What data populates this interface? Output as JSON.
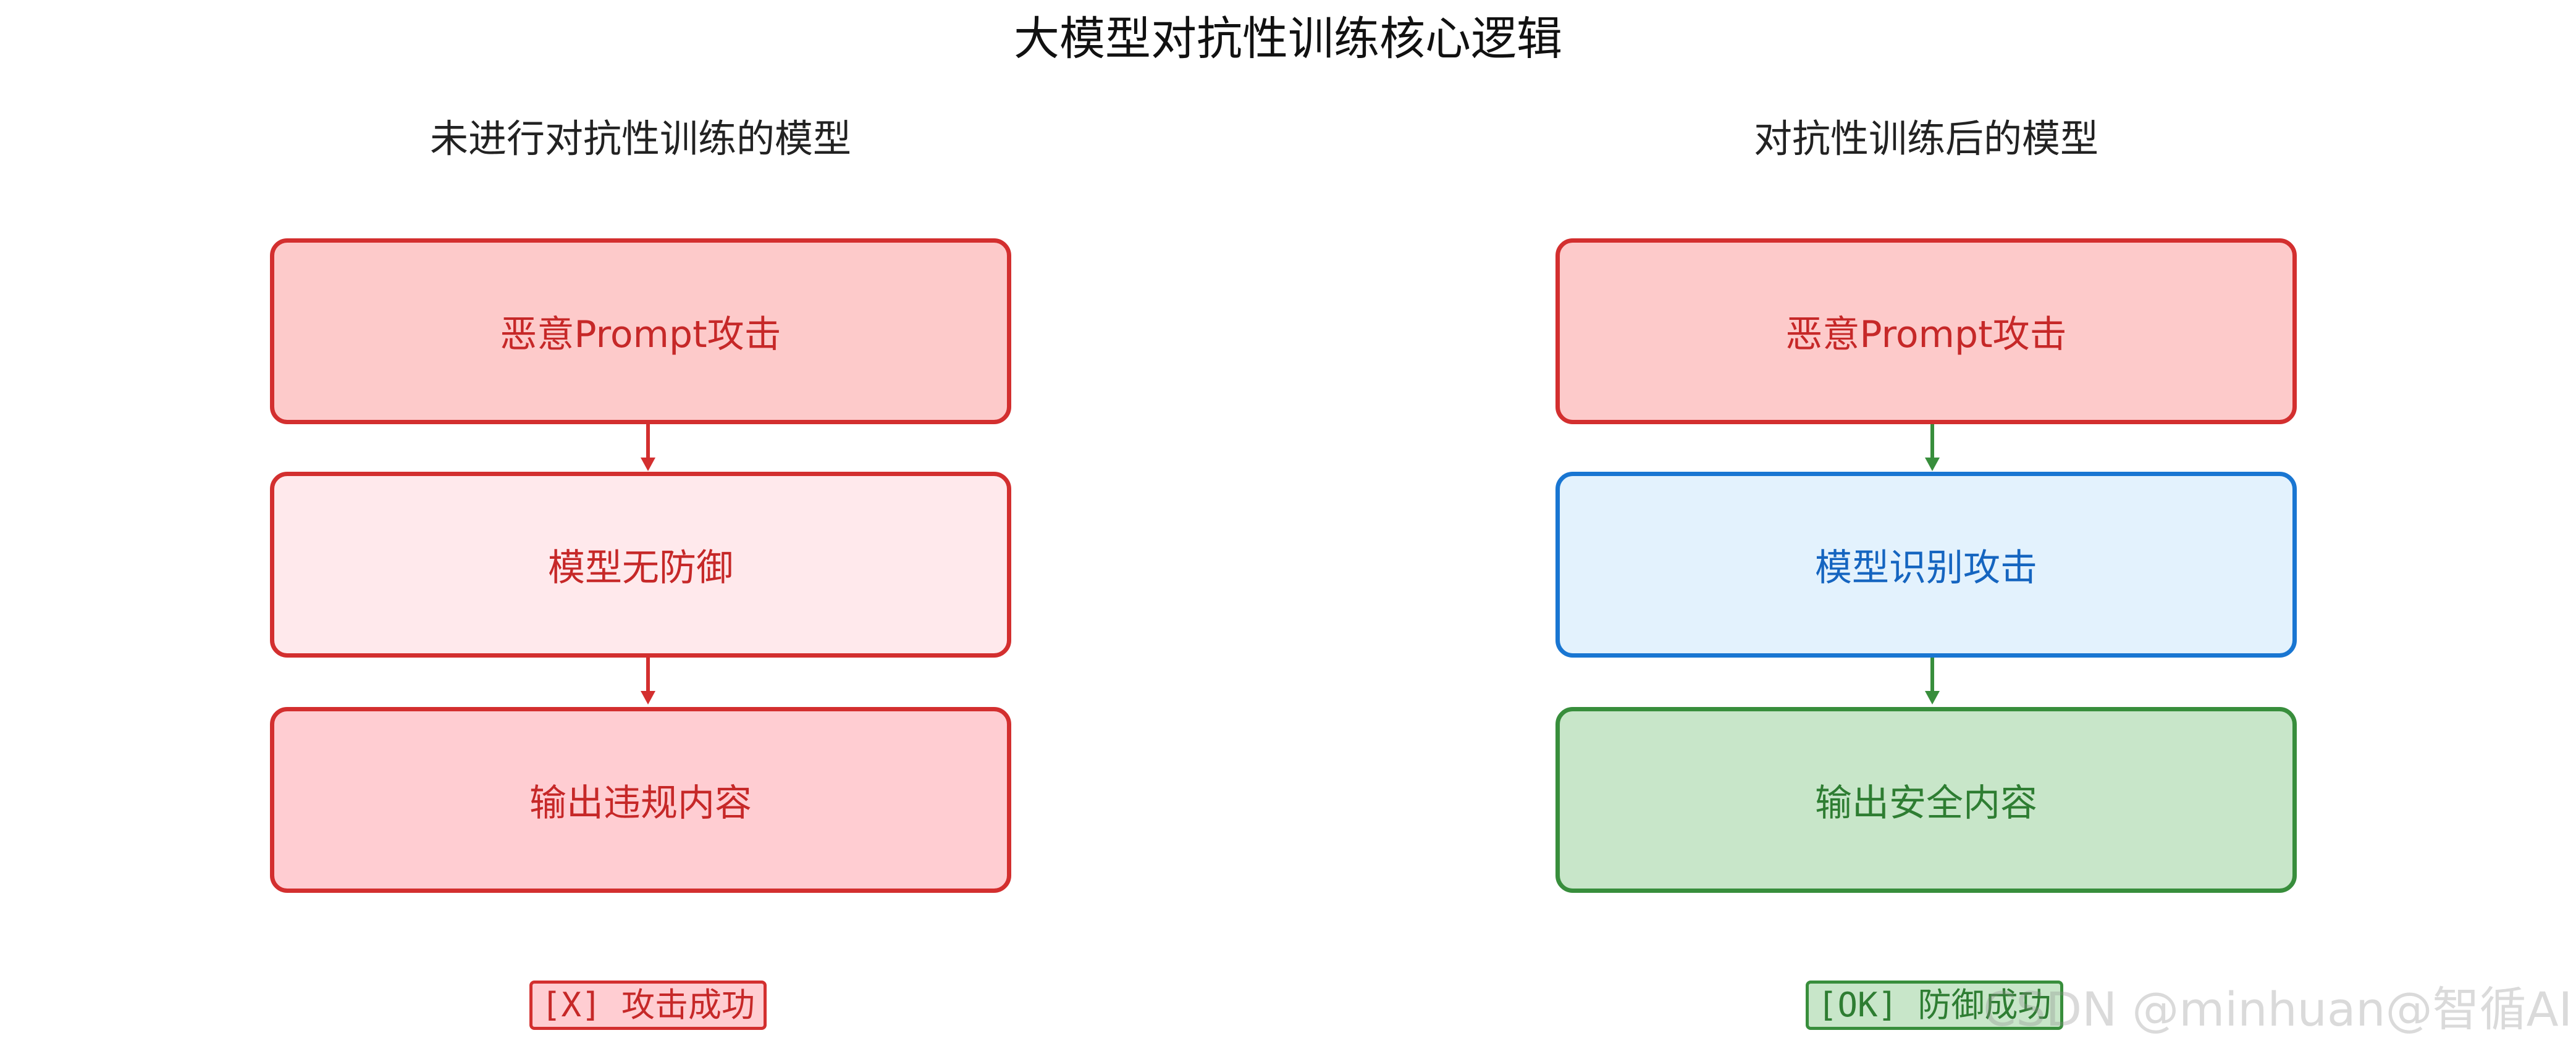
{
  "title": "大模型对抗性训练核心逻辑",
  "left": {
    "heading": "未进行对抗性训练的模型",
    "steps": [
      {
        "label": "恶意Prompt攻击",
        "fill": "#fdcaca",
        "stroke": "#d32f2f",
        "text_color": "#c62828"
      },
      {
        "label": "模型无防御",
        "fill": "#ffe9ec",
        "stroke": "#d32f2f",
        "text_color": "#c62828"
      },
      {
        "label": "输出违规内容",
        "fill": "#ffcdd2",
        "stroke": "#d32f2f",
        "text_color": "#c62828"
      }
    ],
    "arrow_color": "#d32f2f",
    "result": {
      "label": "[X] 攻击成功",
      "fill": "#ffcdd2",
      "stroke": "#d32f2f",
      "text_color": "#c62828"
    }
  },
  "right": {
    "heading": "对抗性训练后的模型",
    "steps": [
      {
        "label": "恶意Prompt攻击",
        "fill": "#fdcaca",
        "stroke": "#d32f2f",
        "text_color": "#c62828"
      },
      {
        "label": "模型识别攻击",
        "fill": "#e3f2fd",
        "stroke": "#1976d2",
        "text_color": "#1565c0"
      },
      {
        "label": "输出安全内容",
        "fill": "#c8e6c9",
        "stroke": "#388e3c",
        "text_color": "#2e7d32"
      }
    ],
    "arrow_color": "#388e3c",
    "result": {
      "label": "[OK] 防御成功",
      "fill": "#c8e6c9",
      "stroke": "#388e3c",
      "text_color": "#2e7d32"
    }
  },
  "watermark": "CSDN @minhuan@智循AI"
}
